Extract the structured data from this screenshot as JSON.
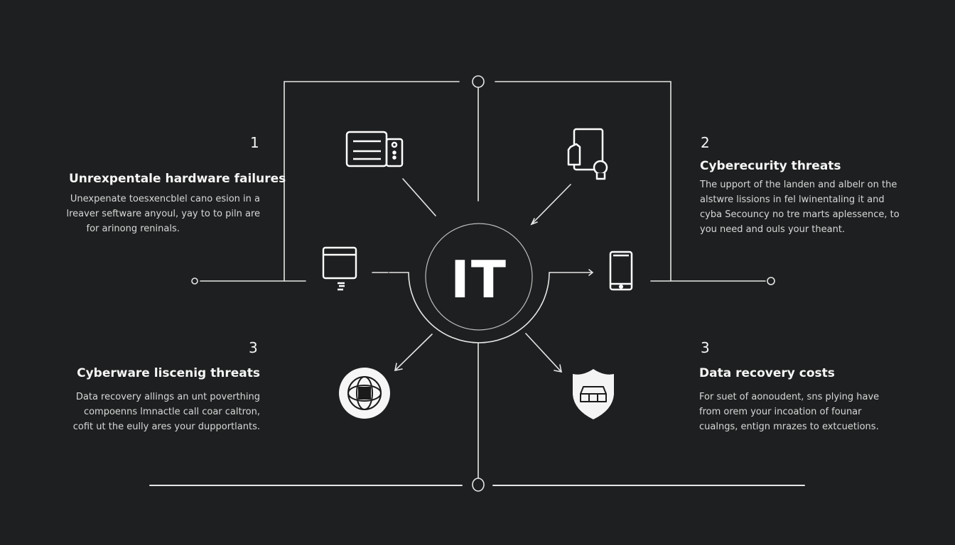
{
  "center": {
    "label": "IT"
  },
  "colors": {
    "background": "#1e1f20",
    "line": "#e6e6e6",
    "text": "#f2f2f2",
    "muted_text": "#d8d8d8"
  },
  "items": [
    {
      "number": "1",
      "title": "Unrexpentale hardware failures",
      "description": [
        "Unexpenate toesxencblel cano esion in a",
        "lreaver seftware anyoul, yay to to piln are",
        "for arinong reninals."
      ],
      "icon": "server-computer-icon"
    },
    {
      "number": "2",
      "title": "Cyberecurity threats",
      "description": [
        "The upport of the landen and albelr on the",
        "alstwre lissions in fel lwinentaling it and",
        "cyba Secouncy no tre marts aplessence, to",
        "you need and ouls your theant."
      ],
      "icon": "tablet-lock-icon"
    },
    {
      "number": "3",
      "title": "Cyberware liscenig threats",
      "description": [
        "Data recovery allings an unt poverthing",
        "compoenns lmnactle call coar caltron,",
        "cofit ut the eully ares your dupportlants."
      ],
      "icon": "globe-network-icon"
    },
    {
      "number": "3",
      "title": "Data recovery costs",
      "description": [
        "For suet of aonoudent, sns plying have",
        "from orem your incoation of founar",
        "cualngs, entign mrazes to extcuetions."
      ],
      "icon": "shield-icon"
    }
  ],
  "side_icons": {
    "left": "browser-window-icon",
    "right": "smartphone-icon"
  }
}
